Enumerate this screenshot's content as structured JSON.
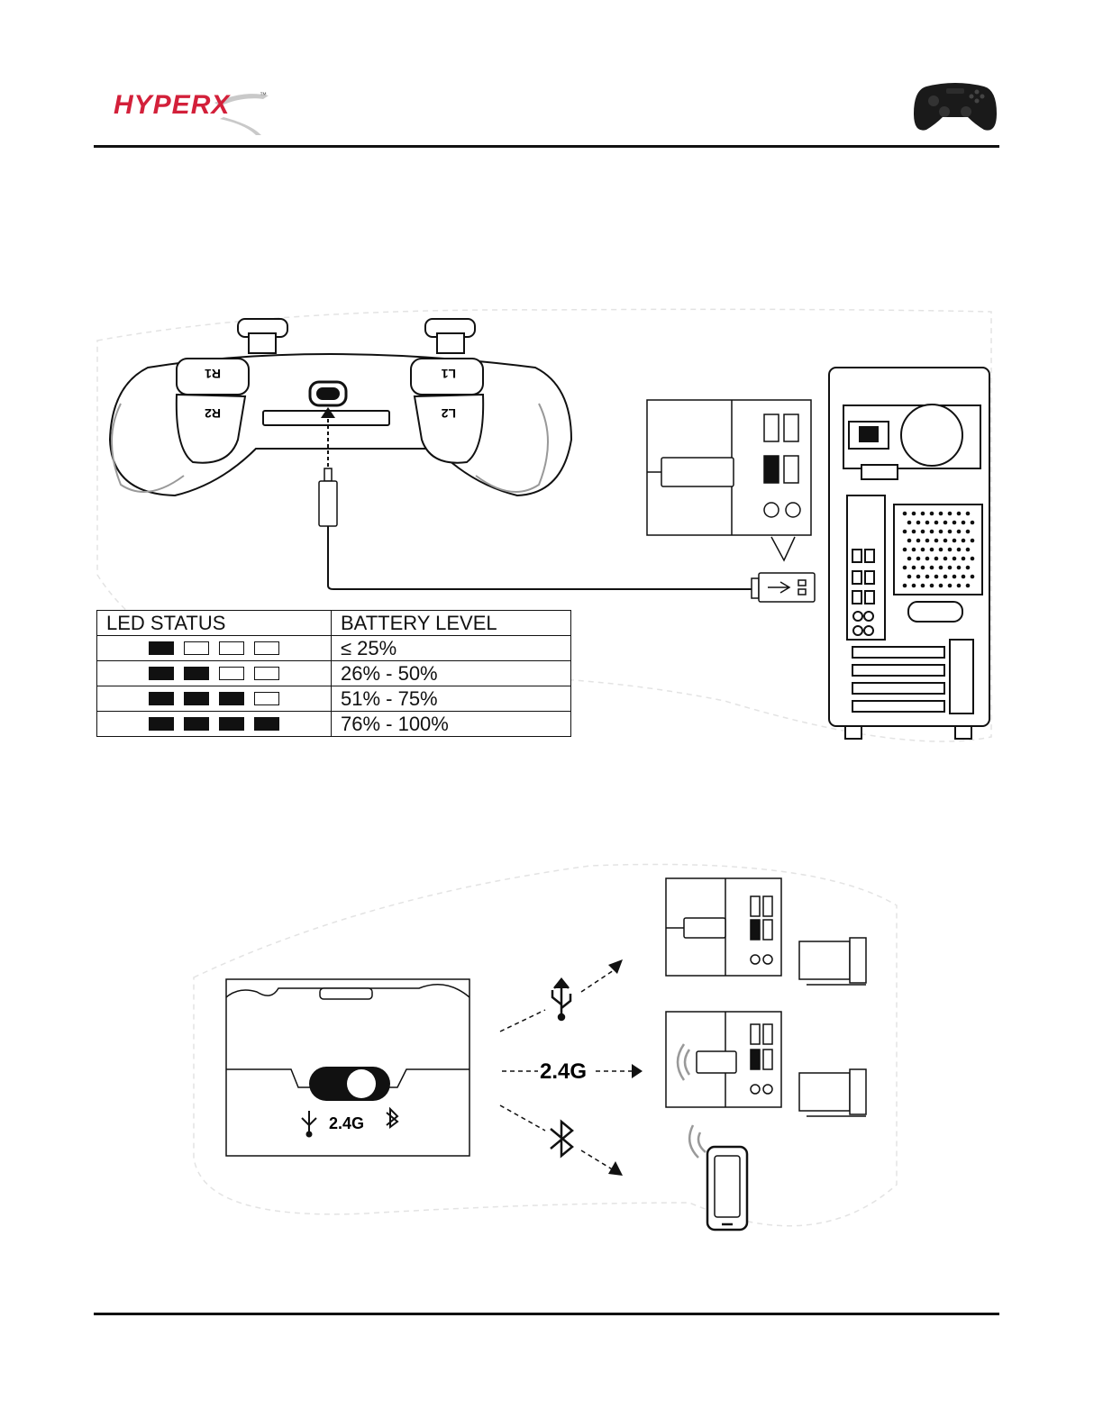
{
  "header": {
    "logo_text": "HYPERX",
    "trademark": "™"
  },
  "charging_figure": {
    "button_labels": {
      "r1": "R1",
      "r2": "R2",
      "l1": "L1",
      "l2": "L2"
    }
  },
  "led_table": {
    "headers": {
      "led": "LED STATUS",
      "battery": "BATTERY LEVEL"
    },
    "rows": [
      {
        "lit": 1,
        "total": 4,
        "battery": "≤ 25%"
      },
      {
        "lit": 2,
        "total": 4,
        "battery": "26% - 50%"
      },
      {
        "lit": 3,
        "total": 4,
        "battery": "51% - 75%"
      },
      {
        "lit": 4,
        "total": 4,
        "battery": "76% - 100%"
      }
    ]
  },
  "mode_figure": {
    "switch_label": "2.4G",
    "wireless_label": "2.4G"
  },
  "colors": {
    "brand_red": "#d3203a",
    "ink": "#111111",
    "gray": "#bdbdbd"
  }
}
